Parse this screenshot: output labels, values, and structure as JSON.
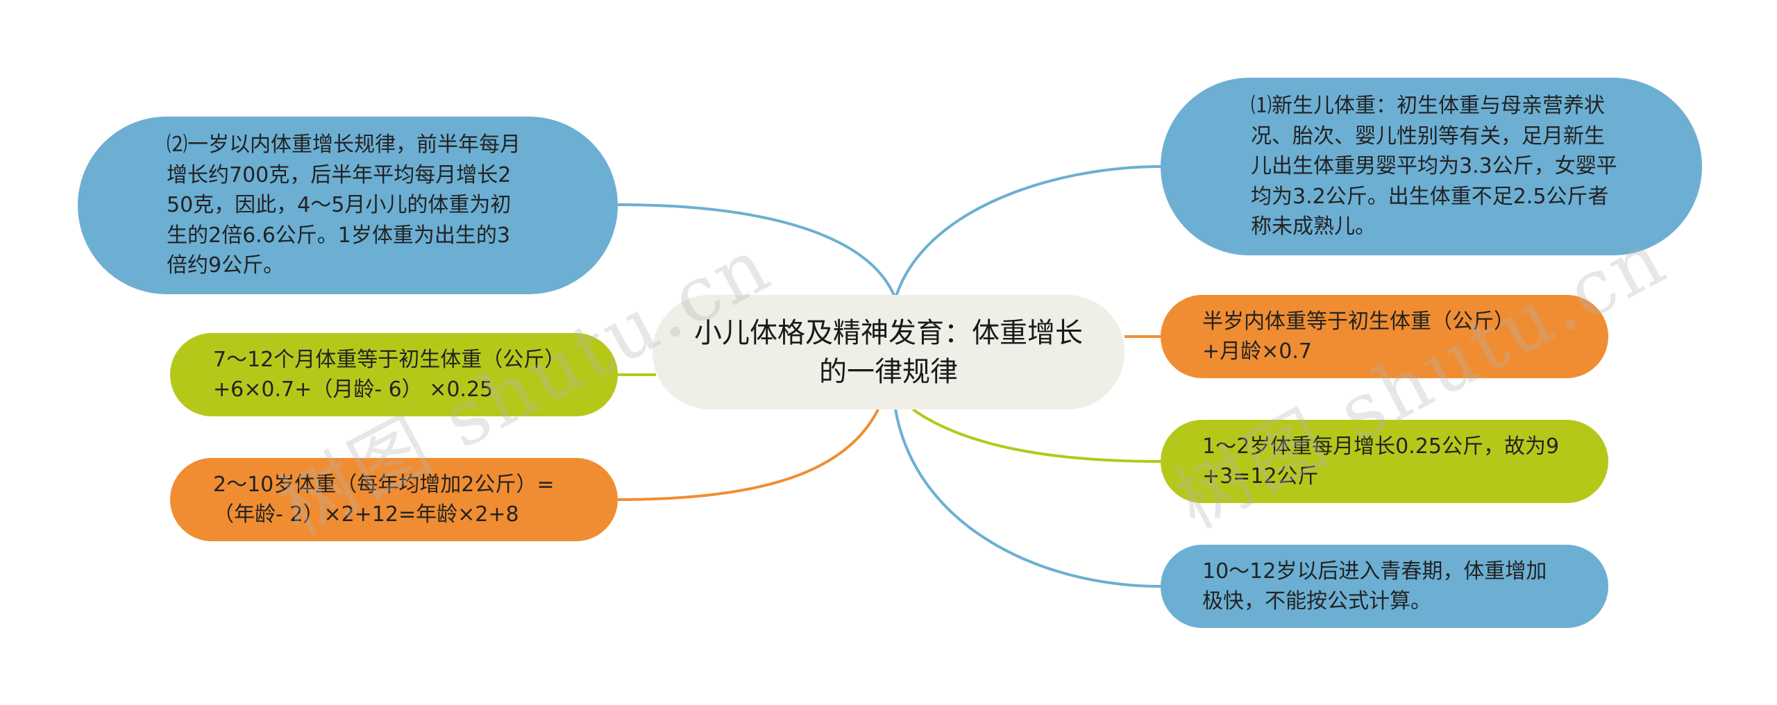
{
  "center": {
    "label": "小儿体格及精神发育：体重增长的一律规律"
  },
  "nodes": {
    "n1": {
      "text": "⑴新生儿体重：初生体重与母亲营养状况、胎次、婴儿性别等有关，足月新生儿出生体重男婴平均为3.3公斤，女婴平均为3.2公斤。出生体重不足2.5公斤者称未成熟儿。"
    },
    "n2": {
      "text": "半岁内体重等于初生体重（公斤）+月龄×0.7"
    },
    "n3": {
      "text": "1～2岁体重每月增长0.25公斤，故为9+3=12公斤"
    },
    "n4": {
      "text": "10～12岁以后进入青春期，体重增加极快，不能按公式计算。"
    },
    "n5": {
      "text": "⑵一岁以内体重增长规律，前半年每月增长约700克，后半年平均每月增长250克，因此，4～5月小儿的体重为初生的2倍6.6公斤。1岁体重为出生的3倍约9公斤。"
    },
    "n6": {
      "text": "7～12个月体重等于初生体重（公斤）+6×0.7+（月龄- 6） ×0.25"
    },
    "n7": {
      "text": "2～10岁体重（每年均增加2公斤）=（年龄- 2）×2+12=年龄×2+8"
    }
  },
  "colors": {
    "blue": "#6cafd3",
    "green": "#b5c81a",
    "orange": "#f08d32",
    "center": "#efefe8"
  },
  "watermarks": [
    {
      "text": "树图 shutu.cn"
    },
    {
      "text": "树图 shutu.cn"
    }
  ]
}
